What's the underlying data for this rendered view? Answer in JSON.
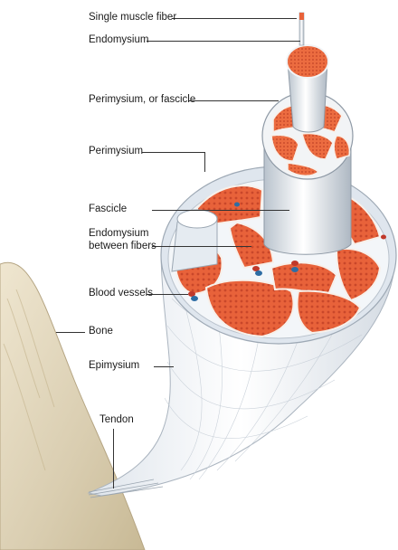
{
  "diagram": {
    "labels": {
      "single_muscle_fiber": "Single muscle fiber",
      "endomysium": "Endomysium",
      "perimysium_or_fascicle": "Perimysium, or fascicle",
      "perimysium": "Perimysium",
      "fascicle": "Fascicle",
      "endomysium_between_fibers_line1": "Endomysium",
      "endomysium_between_fibers_line2": "between fibers",
      "blood_vessels": "Blood vessels",
      "bone": "Bone",
      "epimysium": "Epimysium",
      "tendon": "Tendon"
    },
    "colors": {
      "muscle": "#e8623a",
      "muscle_dark": "#c9472a",
      "connective": "#e9eef3",
      "bone": "#e6dcc4",
      "artery": "#c0392b",
      "vein": "#2e6da4"
    }
  }
}
